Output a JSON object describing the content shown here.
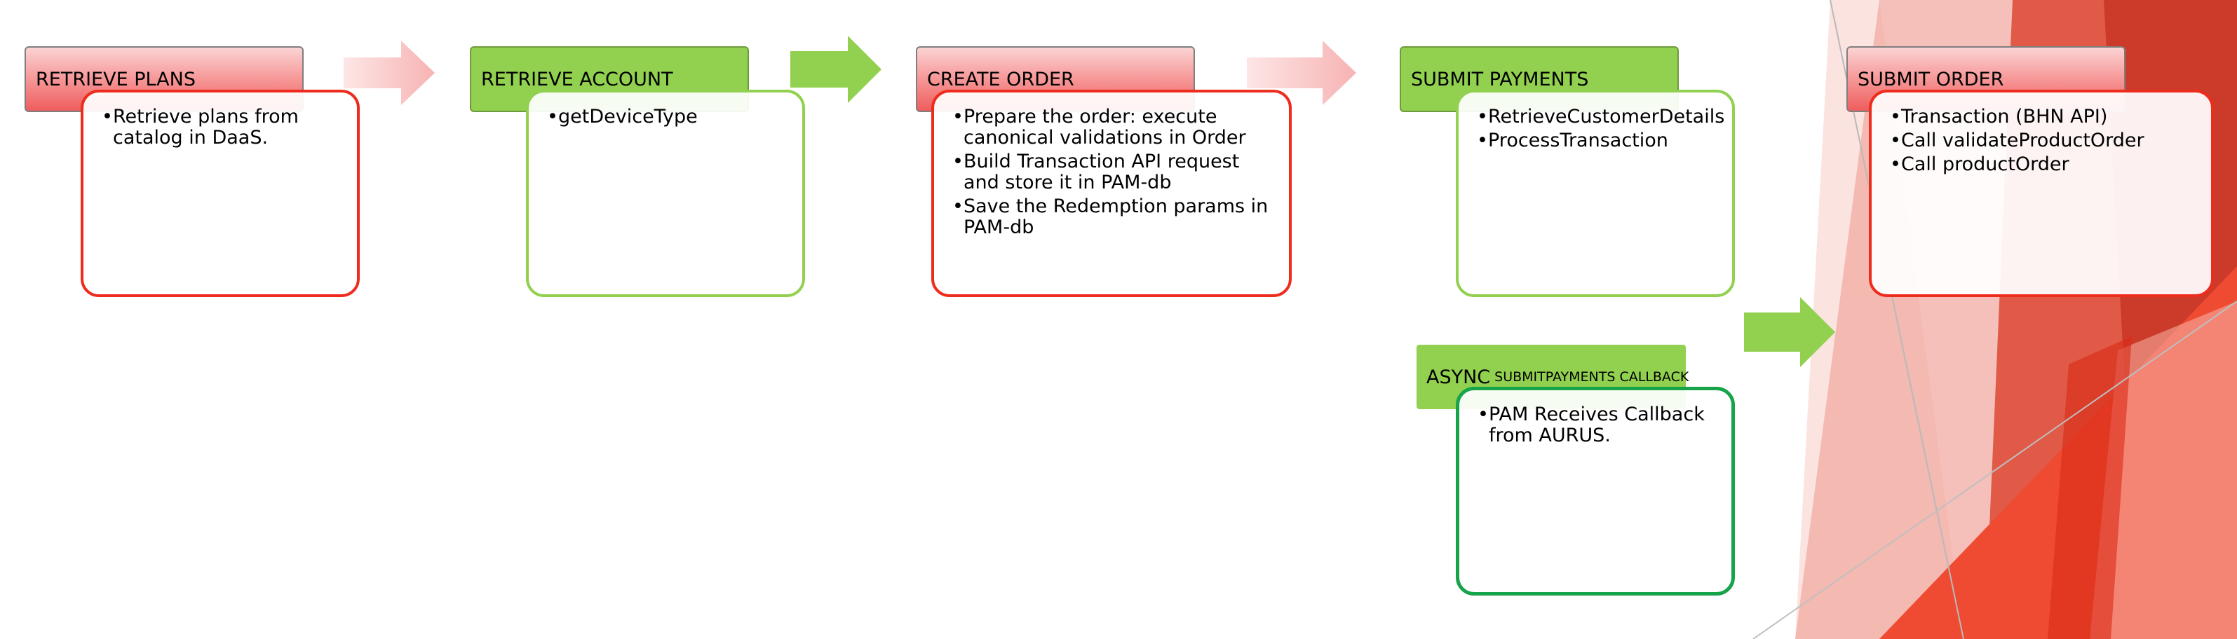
{
  "steps": [
    {
      "title": "RETRIEVE PLANS",
      "items": [
        "Retrieve plans from catalog in DaaS."
      ]
    },
    {
      "title": "RETRIEVE ACCOUNT",
      "items": [
        "getDeviceType"
      ]
    },
    {
      "title": "CREATE ORDER",
      "items": [
        "Prepare the order: execute canonical validations in Order",
        "Build Transaction API request and store it in PAM-db",
        "Save the Redemption params in PAM-db"
      ]
    },
    {
      "title": "SUBMIT PAYMENTS",
      "items": [
        "RetrieveCustomerDetails",
        "ProcessTransaction"
      ]
    },
    {
      "title": "SUBMIT ORDER",
      "items": [
        "Transaction (BHN API)",
        "Call validateProductOrder",
        "Call productOrder"
      ]
    }
  ],
  "async_step": {
    "title_main": "ASYNC",
    "title_small": "SUBMITPAYMENTS CALLBACK",
    "items": [
      "PAM Receives Callback from AURUS."
    ]
  },
  "colors": {
    "red_border": "#ee2c1e",
    "light_green": "#92d050",
    "dark_green": "#16a34a",
    "arrow_pink": "#f9c6c6",
    "background_accent": "#e8412f"
  }
}
